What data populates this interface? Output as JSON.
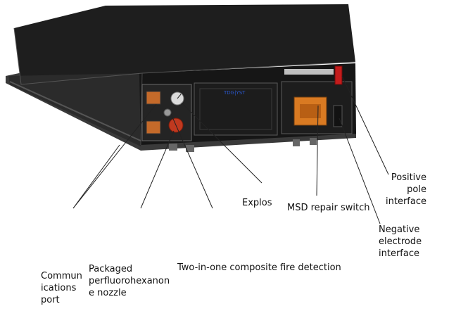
{
  "device": {
    "brand_plate": "TDG|YST"
  },
  "labels": {
    "communications_port": "Commun\nications\nport",
    "packaged_nozzle": "Packaged\nperfluorohexanon\ne nozzle",
    "composite_fire_detection": "Two-in-one composite fire detection",
    "explosion": "Explos",
    "msd_switch": "MSD repair switch",
    "positive_pole": "Positive\npole\ninterface",
    "negative_electrode": "Negative\nelectrode\ninterface"
  }
}
